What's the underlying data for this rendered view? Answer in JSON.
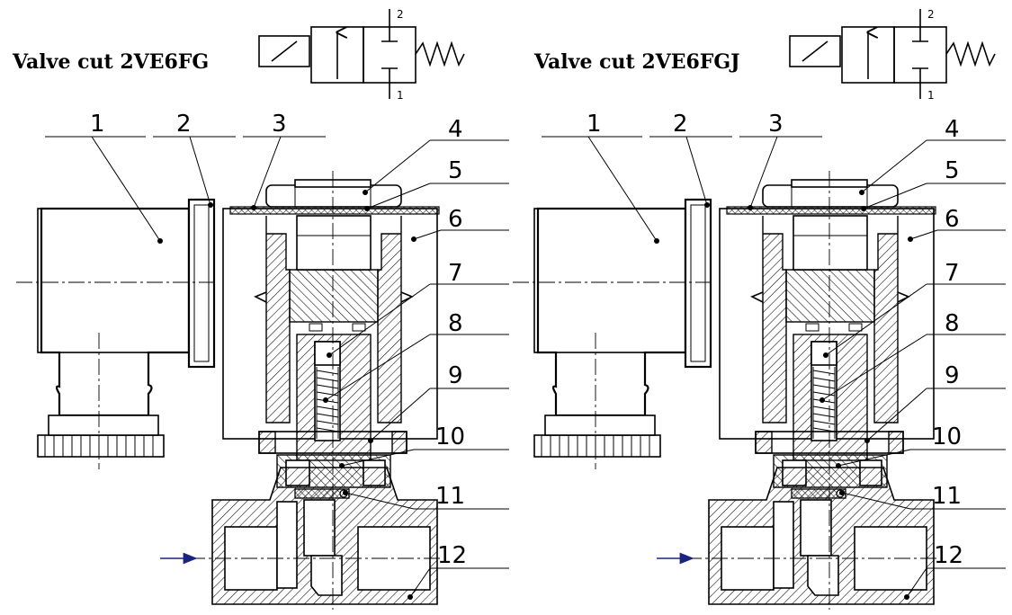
{
  "diagrams": [
    {
      "title": "Valve cut  2VE6FG",
      "port_top": "2",
      "port_bottom": "1",
      "callouts": [
        "1",
        "2",
        "3",
        "4",
        "5",
        "6",
        "7",
        "8",
        "9",
        "10",
        "11",
        "12"
      ]
    },
    {
      "title": "Valve cut 2VE6FGJ",
      "port_top": "2",
      "port_bottom": "1",
      "callouts": [
        "1",
        "2",
        "3",
        "4",
        "5",
        "6",
        "7",
        "8",
        "9",
        "10",
        "11",
        "12"
      ]
    }
  ],
  "colors": {
    "line": "#000000",
    "hatch": "#000000",
    "background": "#ffffff",
    "flow_arrow": "#1a237e"
  }
}
